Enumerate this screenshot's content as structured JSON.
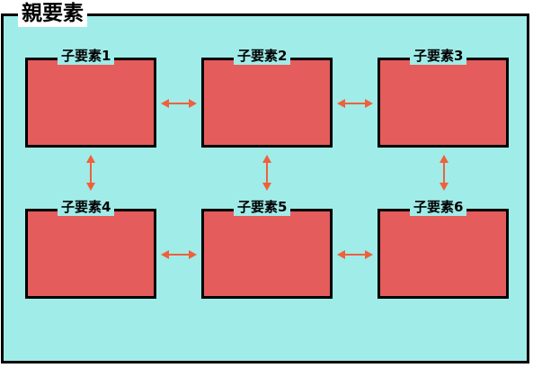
{
  "parent": {
    "label": "親要素"
  },
  "children": [
    {
      "label": "子要素1"
    },
    {
      "label": "子要素2"
    },
    {
      "label": "子要素3"
    },
    {
      "label": "子要素4"
    },
    {
      "label": "子要素5"
    },
    {
      "label": "子要素6"
    }
  ],
  "colors": {
    "parent_fill": "#a0ece9",
    "child_fill": "#e55c5c",
    "arrow": "#f0603a",
    "border": "#000000"
  }
}
